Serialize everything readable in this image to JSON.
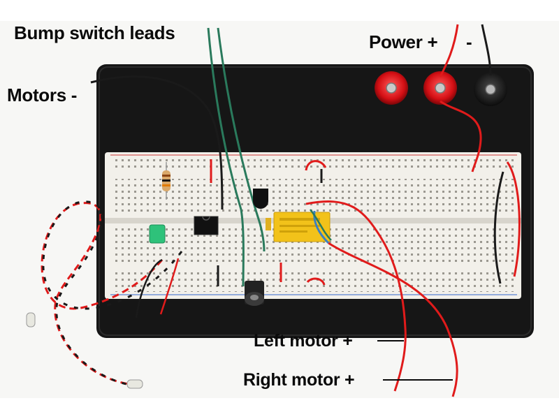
{
  "labels": {
    "bump_switch": "Bump switch leads",
    "power_plus": "Power +",
    "power_minus": "-",
    "motors_minus": "Motors -",
    "left_motor": "Left motor +",
    "right_motor": "Right motor +"
  },
  "colors": {
    "background": "#ffffff",
    "board": "#161616",
    "breadboard": "#f2f0ea",
    "red_wire": "#e01b1b",
    "black_wire": "#1a1a1a",
    "green_wire": "#2a7a5c",
    "relay": "#f2c21a",
    "led": "#2ec27a"
  }
}
